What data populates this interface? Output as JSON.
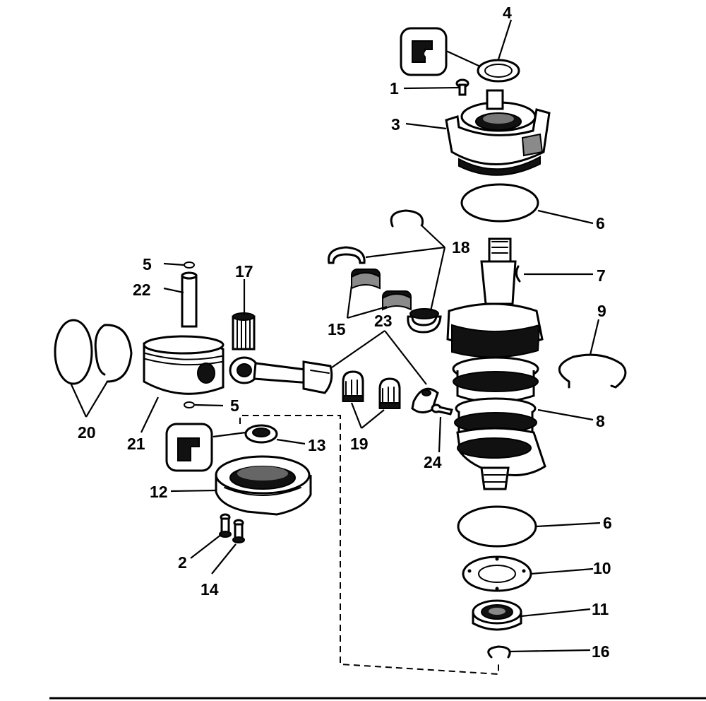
{
  "callouts": {
    "c1": "1",
    "c2": "2",
    "c3": "3",
    "c4": "4",
    "c5a": "5",
    "c5b": "5",
    "c6a": "6",
    "c6b": "6",
    "c7": "7",
    "c8": "8",
    "c9": "9",
    "c10": "10",
    "c11": "11",
    "c12": "12",
    "c13": "13",
    "c14": "14",
    "c15": "15",
    "c16": "16",
    "c17": "17",
    "c18": "18",
    "c19": "19",
    "c20": "20",
    "c21": "21",
    "c22": "22",
    "c23": "23",
    "c24": "24"
  },
  "colors": {
    "ink": "#000000",
    "paper": "#ffffff",
    "shade": "#8a8a8a"
  },
  "icons": [
    "sealant-symbol-icon",
    "sealant-symbol-icon"
  ]
}
